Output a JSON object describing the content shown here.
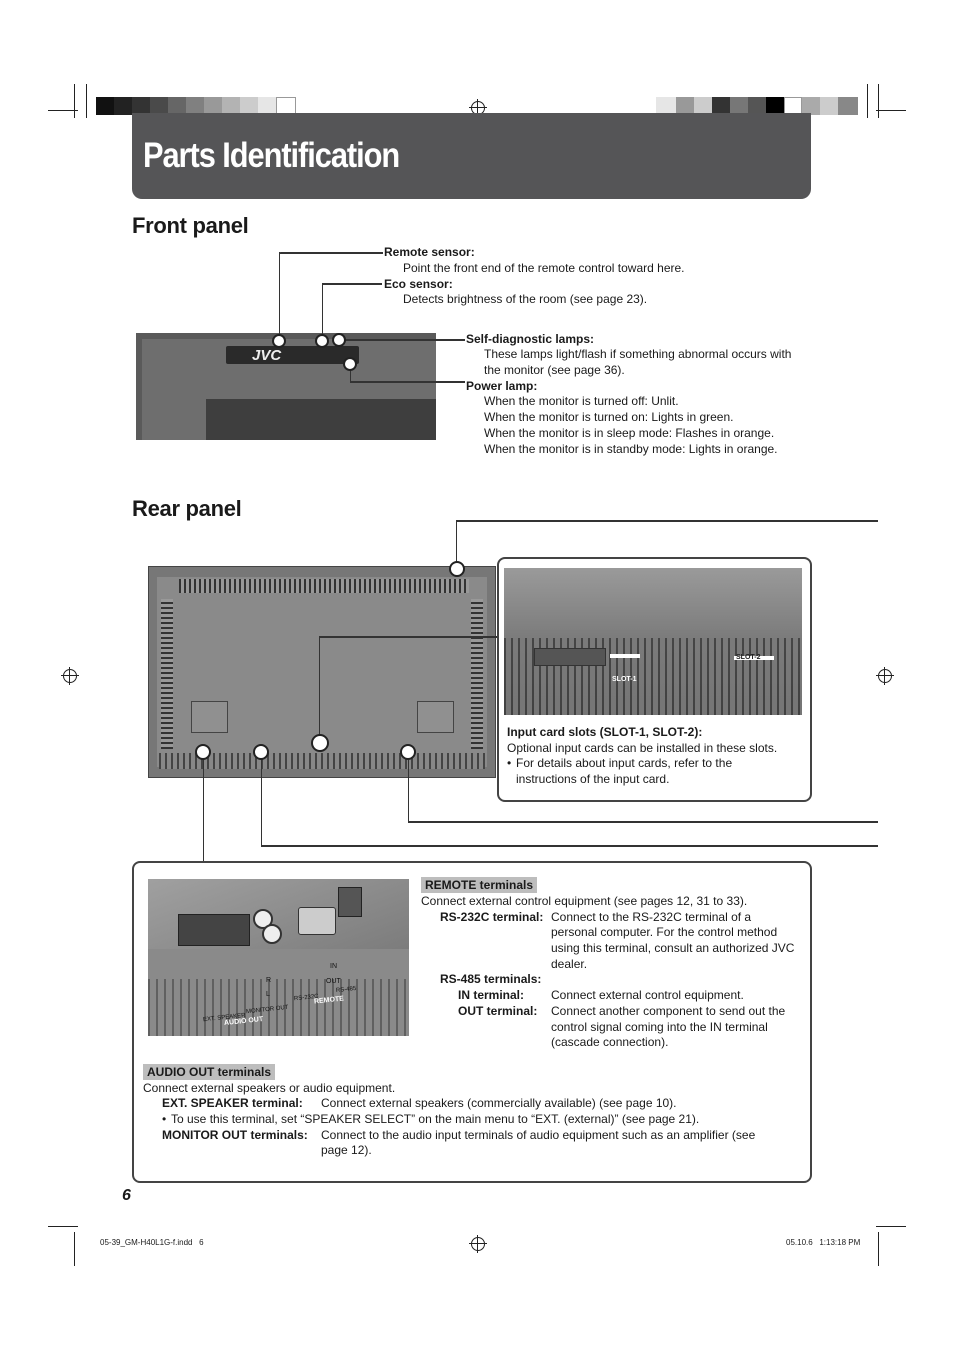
{
  "header": {
    "title": "Parts Identification"
  },
  "colors": {
    "title_bar": "#555557",
    "highlight": "#bdbdbd"
  },
  "front_panel": {
    "heading": "Front panel",
    "remote_sensor": {
      "label": "Remote sensor:",
      "text": "Point the front end of the remote control toward here."
    },
    "eco_sensor": {
      "label": "Eco sensor:",
      "text": "Detects brightness of the room (see page 23)."
    },
    "self_diagnostic": {
      "label": "Self-diagnostic lamps:",
      "line1": "These lamps light/flash if something abnormal occurs with",
      "line2": "the monitor (see page 36)."
    },
    "power_lamp": {
      "label": "Power lamp:",
      "lines": [
        "When the monitor is turned off: Unlit.",
        "When the monitor is turned on: Lights in green.",
        "When the monitor is in sleep mode: Flashes in orange.",
        "When the monitor is in standby mode: Lights in orange."
      ]
    },
    "logo": "JVC"
  },
  "rear_panel": {
    "heading": "Rear panel",
    "input_slots": {
      "label": "Input card slots (SLOT-1, SLOT-2):",
      "text": "Optional input cards can be installed in these slots.",
      "bullet1": "For details about input cards, refer to the",
      "bullet2": "instructions of the input card."
    },
    "remote_terminals": {
      "heading": "REMOTE terminals",
      "intro": "Connect external control equipment (see pages 12, 31 to 33).",
      "rs232c_label": "RS-232C terminal:",
      "rs232c_lines": [
        "Connect to the RS-232C terminal of a",
        "personal computer. For the control method",
        "using this terminal, consult an authorized JVC",
        "dealer."
      ],
      "rs485_label": "RS-485 terminals:",
      "in_label": "IN terminal:",
      "in_text": "Connect external control equipment.",
      "out_label": "OUT terminal:",
      "out_lines": [
        "Connect another component to send out the",
        "control signal coming into the IN terminal",
        "(cascade connection)."
      ]
    },
    "audio_out": {
      "heading": "AUDIO OUT terminals",
      "intro": "Connect external speakers or audio equipment.",
      "ext_label": "EXT. SPEAKER terminal:",
      "ext_text": "Connect external speakers (commercially available) (see page 10).",
      "bullet": "To use this terminal, set “SPEAKER SELECT” on the main menu to “EXT. (external)” (see page 21).",
      "monitor_label": "MONITOR OUT terminals:",
      "monitor_line1": "Connect to the audio input terminals of audio equipment such as an amplifier (see",
      "monitor_line2": "page 12)."
    },
    "terminal_labels": {
      "ext_speaker": "EXT. SPEAKER",
      "monitor_out": "MONITOR OUT",
      "audio_out": "AUDIO OUT",
      "rs232c": "RS-232C",
      "rs485": "RS-485",
      "remote": "REMOTE",
      "in": "IN",
      "out": "OUT",
      "r": "R",
      "l": "L",
      "slot1": "SLOT-1",
      "slot2": "SLOT-2"
    }
  },
  "footer": {
    "page_number": "6",
    "file": "05-39_GM-H40L1G-f.indd   6",
    "timestamp": "05.10.6   1:13:18 PM"
  }
}
